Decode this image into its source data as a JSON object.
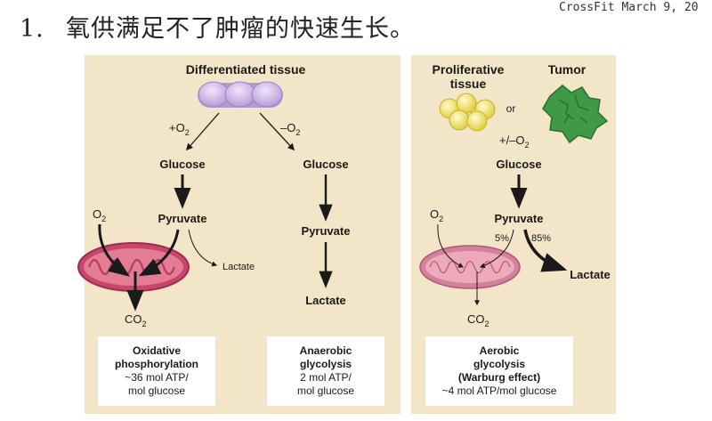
{
  "header": {
    "number": "1.",
    "title": "氧供满足不了肿瘤的快速生长。",
    "meta": "CrossFit March 9, 20"
  },
  "left_panel": {
    "tissue_label": "Differentiated tissue",
    "plus_o2": "+O",
    "minus_o2": "–O",
    "o2_sub": "2",
    "glucose_left": "Glucose",
    "glucose_right": "Glucose",
    "pyruvate_left": "Pyruvate",
    "pyruvate_right": "Pyruvate",
    "lactate_small": "Lactate",
    "lactate_right": "Lactate",
    "o2_label": "O",
    "co2_label": "CO",
    "box1": {
      "title1": "Oxidative",
      "title2": "phosphorylation",
      "line3": "~36 mol ATP/",
      "line4": "mol glucose"
    },
    "box2": {
      "title1": "Anaerobic",
      "title2": "glycolysis",
      "line3": "2 mol ATP/",
      "line4": "mol glucose"
    }
  },
  "right_panel": {
    "proliferative_1": "Proliferative",
    "proliferative_2": "tissue",
    "or": "or",
    "tumor": "Tumor",
    "plus_minus_o2": "+/–O",
    "glucose": "Glucose",
    "pyruvate": "Pyruvate",
    "pct_5": "5%",
    "pct_85": "85%",
    "lactate": "Lactate",
    "o2_label": "O",
    "co2_label": "CO",
    "box3": {
      "title1": "Aerobic",
      "title2": "glycolysis",
      "title3": "(Warburg effect)",
      "line4": "~4 mol ATP/mol glucose"
    }
  },
  "colors": {
    "panel_bg": "#f3e5c7",
    "mito": "#c8466b",
    "cell": "#cdb6e2",
    "tumor": "#3f9a45",
    "prolif": "#e9e06a"
  }
}
